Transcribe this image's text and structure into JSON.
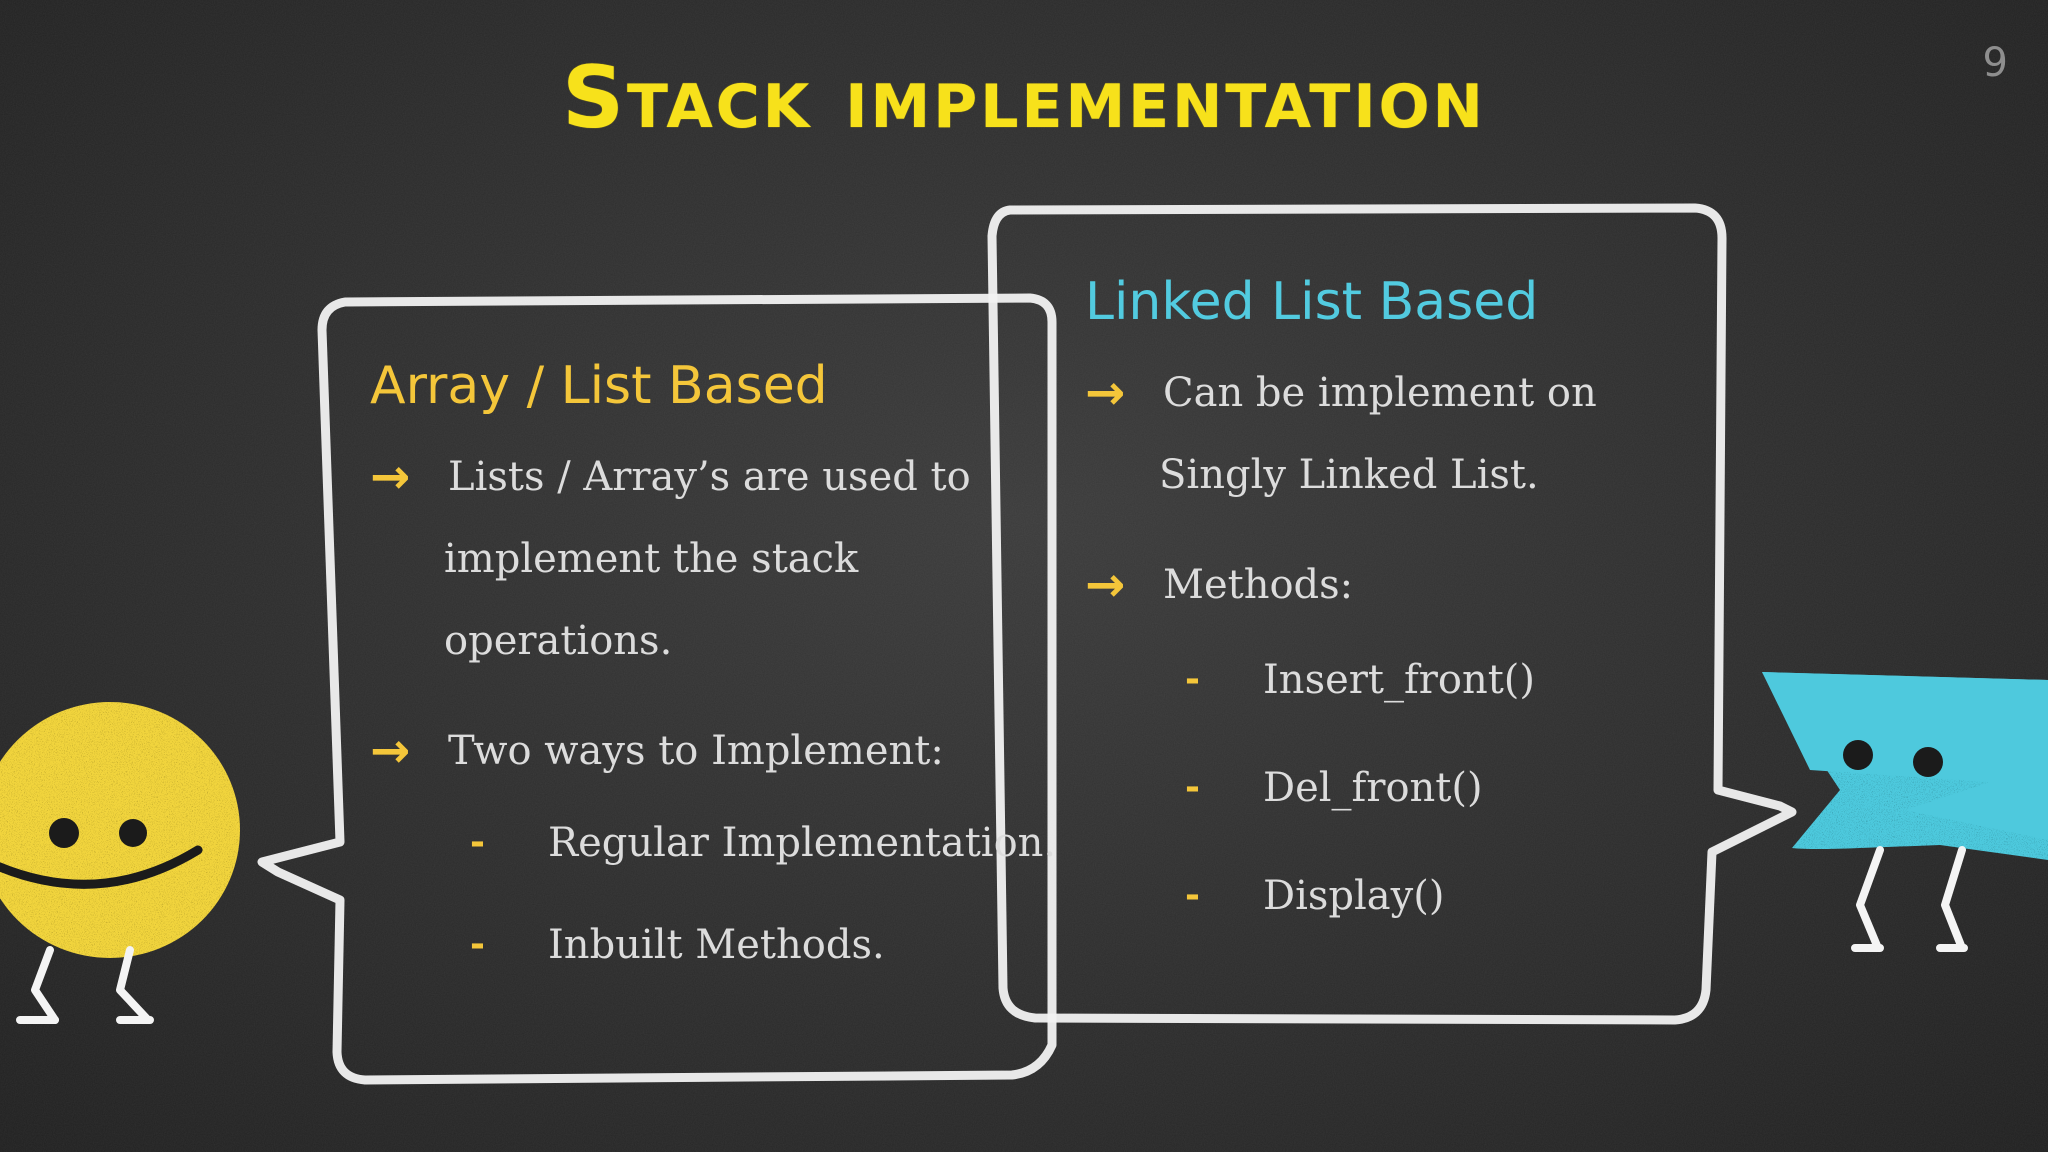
{
  "slide": {
    "title": "Stack implementation",
    "number": "9"
  },
  "colors": {
    "background": "#2b2b2b",
    "title": "#f7e11b",
    "accent_yellow": "#f4c63a",
    "accent_cyan": "#52cbe0",
    "body_text": "#dcdcdc",
    "bubble_outline": "#f2f2f2"
  },
  "array_panel": {
    "heading": "Array / List Based",
    "bullets": [
      {
        "icon": "arrow-right-icon",
        "lines": [
          "Lists / Array’s are used to",
          "implement the stack",
          "operations."
        ]
      },
      {
        "icon": "arrow-right-icon",
        "lines": [
          "Two ways to Implement:"
        ]
      }
    ],
    "sub_items": [
      "Regular Implementation.",
      "Inbuilt Methods."
    ]
  },
  "linked_panel": {
    "heading": "Linked List Based",
    "bullets": [
      {
        "icon": "arrow-right-icon",
        "lines": [
          "Can be implement on",
          "Singly Linked List."
        ]
      },
      {
        "icon": "arrow-right-icon",
        "lines": [
          "Methods:"
        ]
      }
    ],
    "sub_items": [
      "Insert_front()",
      "Del_front()",
      "Display()"
    ]
  },
  "icons": {
    "bullet": "→",
    "sub_bullet": "-"
  }
}
